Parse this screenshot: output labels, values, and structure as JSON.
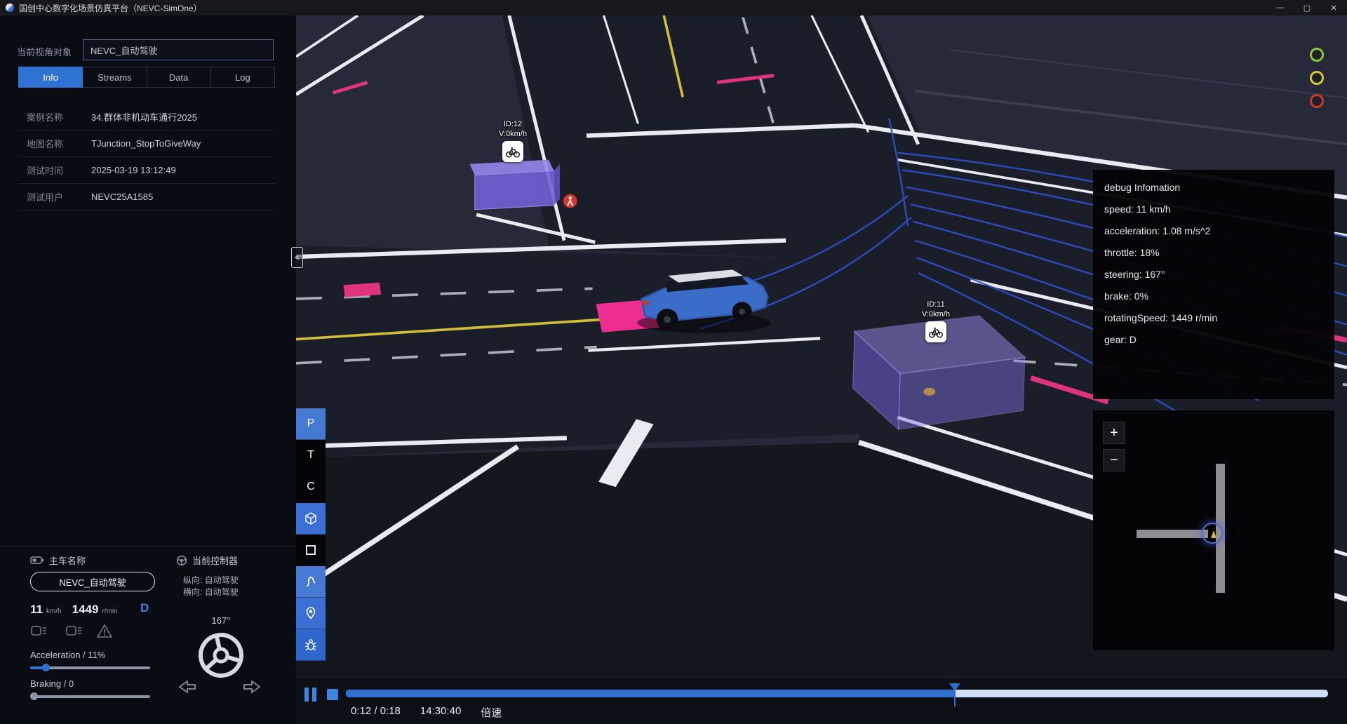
{
  "window": {
    "title": "国创中心数字化场景仿真平台（NEVC-SimOne）",
    "minimize": "—",
    "maximize": "▢",
    "close": "✕"
  },
  "sidebar": {
    "view_target_label": "当前视角对象",
    "view_target_value": "NEVC_自动驾驶",
    "tabs": [
      {
        "label": "Info",
        "active": true
      },
      {
        "label": "Streams",
        "active": false
      },
      {
        "label": "Data",
        "active": false
      },
      {
        "label": "Log",
        "active": false
      }
    ],
    "info_rows": [
      {
        "label": "案例名称",
        "value": "34.群体非机动车通行2025"
      },
      {
        "label": "地图名称",
        "value": "TJunction_StopToGiveWay"
      },
      {
        "label": "测试时间",
        "value": "2025-03-19 13:12:49"
      },
      {
        "label": "测试用户",
        "value": "NEVC25A1585"
      }
    ]
  },
  "vehicle_panel": {
    "name_label": "主车名称",
    "name_value": "NEVC_自动驾驶",
    "speed_value": "11",
    "speed_unit": "km/h",
    "rpm_value": "1449",
    "rpm_unit": "r/min",
    "gear": "D",
    "acceleration_label": "Acceleration / 11%",
    "acceleration_percent": 11,
    "braking_label": "Braking / 0",
    "braking_percent": 0
  },
  "controller_panel": {
    "title": "当前控制器",
    "longitudinal": "纵向: 自动驾驶",
    "lateral": "横向: 自动驾驶",
    "steering_angle": "167°",
    "steering_angle_deg": 167
  },
  "toolbar": {
    "buttons": [
      {
        "label": "P"
      },
      {
        "label": "T"
      },
      {
        "label": "C"
      },
      {
        "icon": "cube"
      },
      {
        "icon": "square"
      },
      {
        "icon": "curve"
      },
      {
        "icon": "pin"
      },
      {
        "icon": "bug"
      }
    ]
  },
  "viewport": {
    "collapse_glyph": "<"
  },
  "scene": {
    "agents": [
      {
        "id": "ID:12",
        "speed": "V:0km/h"
      },
      {
        "id": "ID:11",
        "speed": "V:0km/h"
      }
    ]
  },
  "debug_panel": {
    "title": "debug Infomation",
    "rows": [
      "speed: 11 km/h",
      "acceleration: 1.08 m/s^2",
      "throttle: 18%",
      "steering: 167°",
      "brake: 0%",
      "rotatingSpeed: 1449 r/min",
      "gear: D"
    ]
  },
  "minimap": {
    "zoom_in": "+",
    "zoom_out": "−"
  },
  "playback": {
    "time_display": "0:12 / 0:18",
    "clock": "14:30:40",
    "speed_label": "倍速",
    "progress_percent": 62
  },
  "colors": {
    "accent_blue": "#2e72d2",
    "agent_purple": "#7a6be0",
    "lane_pink": "#e8318a",
    "traffic_green": "#8cc63f",
    "traffic_yellow": "#d9c62f",
    "traffic_red": "#cc3a2a"
  }
}
